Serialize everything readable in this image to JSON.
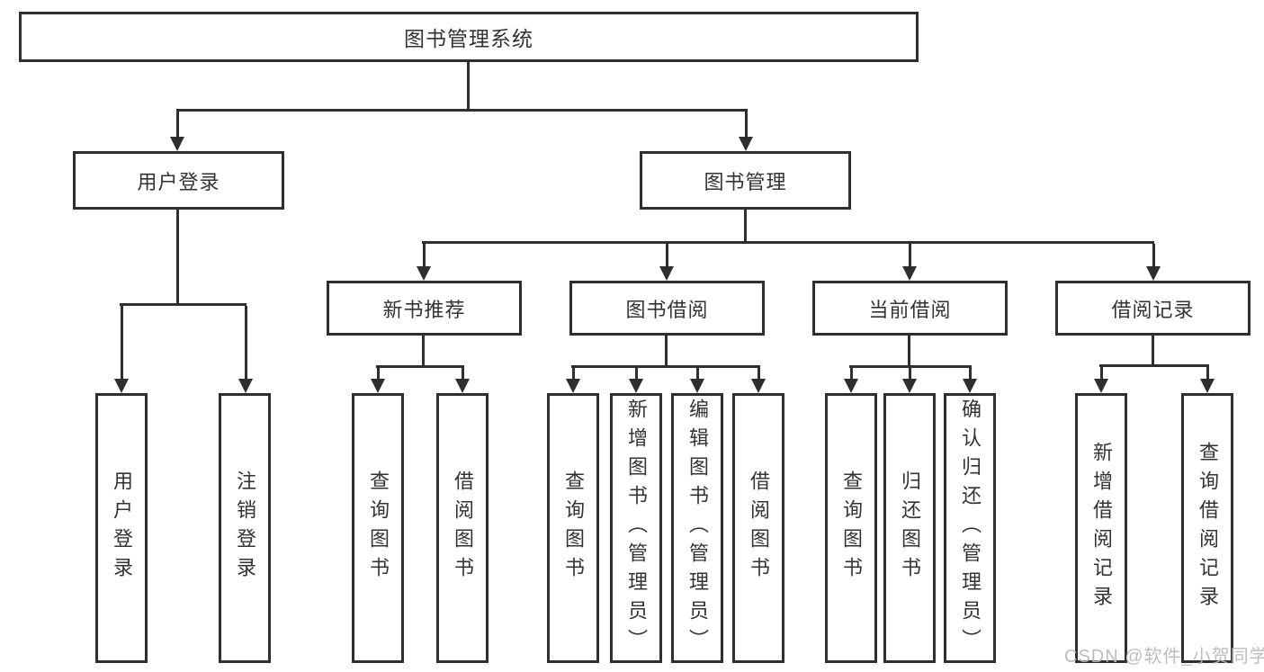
{
  "diagram": {
    "root": {
      "label": "图书管理系统"
    },
    "user_login_branch": {
      "label": "用户登录",
      "children": [
        {
          "label": "用户登录"
        },
        {
          "label": "注销登录"
        }
      ]
    },
    "book_management_branch": {
      "label": "图书管理",
      "sections": [
        {
          "label": "新书推荐",
          "children": [
            {
              "label": "查询图书"
            },
            {
              "label": "借阅图书"
            }
          ]
        },
        {
          "label": "图书借阅",
          "children": [
            {
              "label": "查询图书"
            },
            {
              "label": "新增图书（管理员）"
            },
            {
              "label": "编辑图书（管理员）"
            },
            {
              "label": "借阅图书"
            }
          ]
        },
        {
          "label": "当前借阅",
          "children": [
            {
              "label": "查询图书"
            },
            {
              "label": "归还图书"
            },
            {
              "label": "确认归还（管理员）"
            }
          ]
        },
        {
          "label": "借阅记录",
          "children": [
            {
              "label": "新增借阅记录"
            },
            {
              "label": "查询借阅记录"
            }
          ]
        }
      ]
    }
  },
  "watermark": {
    "text": "CSDN @软件_小贺同学"
  },
  "colors": {
    "line": "#2f2f2f",
    "text": "#333333",
    "background": "#ffffff",
    "watermark": "#b9b9b9"
  }
}
